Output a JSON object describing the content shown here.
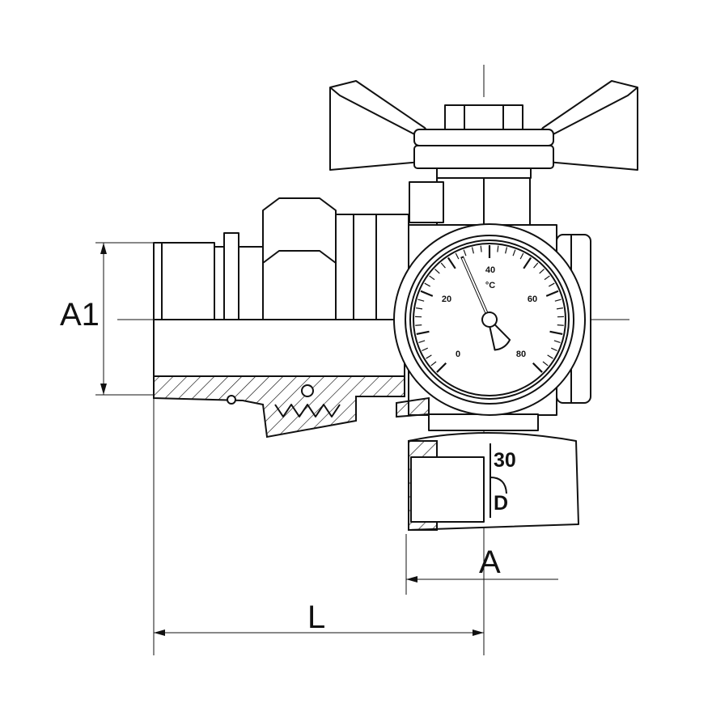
{
  "drawing": {
    "title": "Angle ball valve with thermometer - dimension drawing",
    "dimensions": {
      "a1": "A1",
      "a": "A",
      "l": "L"
    },
    "thermometer": {
      "unit": "°C",
      "scale_labels": [
        "0",
        "20",
        "40",
        "60",
        "80"
      ],
      "scale_min": 0,
      "scale_max": 80,
      "needle_value": 33
    },
    "body_marking": {
      "size": "30",
      "logo_letter": "D"
    },
    "colors": {
      "line": "#111111",
      "background": "#ffffff"
    }
  }
}
